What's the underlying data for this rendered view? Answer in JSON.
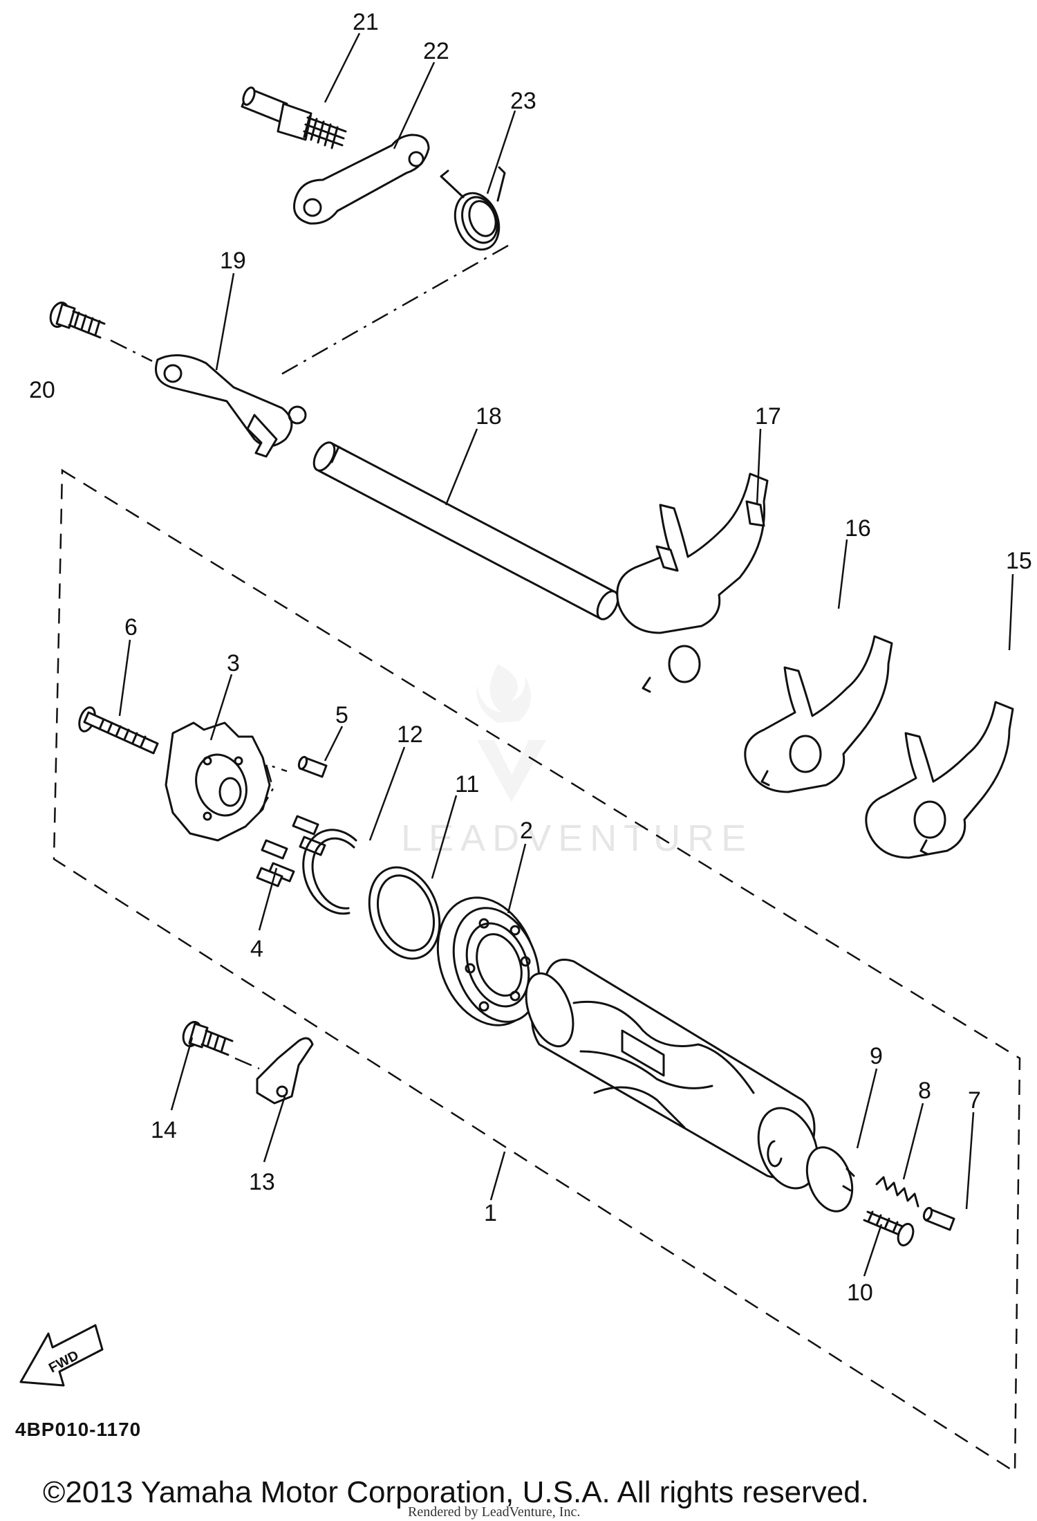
{
  "diagram": {
    "part_code": "4BP010-1170",
    "fwd_label": "FWD",
    "watermark": "LEADVENTURE",
    "copyright": "©2013 Yamaha Motor Corporation, U.S.A. All rights reserved.",
    "rendered_by": "Rendered by LeadVenture, Inc.",
    "callouts": {
      "p1": "1",
      "p2": "2",
      "p3": "3",
      "p4": "4",
      "p5": "5",
      "p6": "6",
      "p7": "7",
      "p8": "8",
      "p9": "9",
      "p10": "10",
      "p11": "11",
      "p12": "12",
      "p13": "13",
      "p14": "14",
      "p15": "15",
      "p16": "16",
      "p17": "17",
      "p18": "18",
      "p19": "19",
      "p20": "20",
      "p21": "21",
      "p22": "22",
      "p23": "23"
    }
  }
}
